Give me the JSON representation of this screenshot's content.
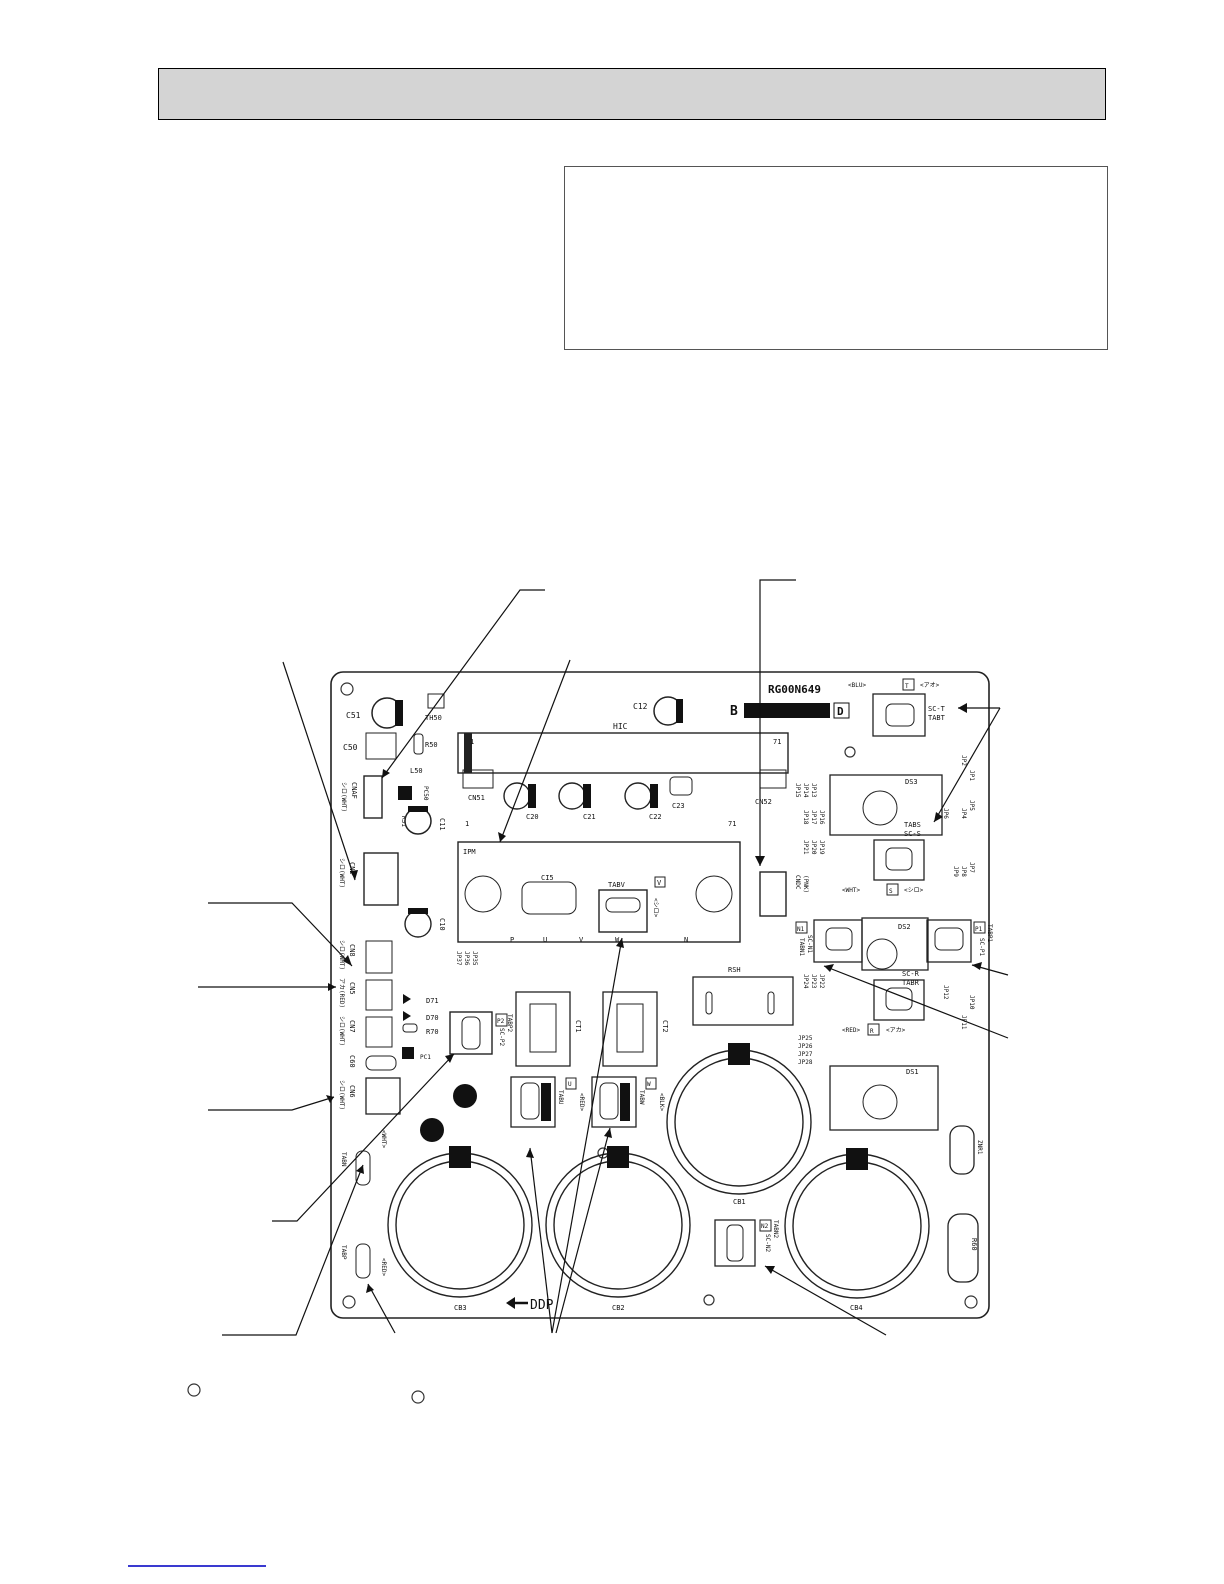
{
  "board": {
    "model": "RG00N649",
    "code_prefix": "B",
    "code_suffix": "D",
    "direction_arrow": "DDP",
    "components": {
      "C51": "C51",
      "TH50": "TH50",
      "C12": "C12",
      "HIC": "HIC",
      "HIC_pin1": "1",
      "HIC_pin71": "71",
      "C50": "C50",
      "R50": "R50",
      "L50": "L50",
      "PC50": "PC50",
      "R51": "R51",
      "C11": "C11",
      "CNAF": "CNAF",
      "CNAF_color": "シロ(WHT)",
      "CN2": "CN2",
      "CN2_color": "シロ(WHT)",
      "C10": "C10",
      "CN51": "CN51",
      "C20": "C20",
      "C21": "C21",
      "C22": "C22",
      "C23": "C23",
      "CN52": "CN52",
      "IPM": "IPM",
      "IPM_pin1": "1",
      "IPM_pin71": "71",
      "CI5": "CI5",
      "TABV": "TABV",
      "V_tag": "V",
      "IPM_P": "P",
      "IPM_U": "U",
      "IPM_V": "V",
      "IPM_W": "W",
      "IPM_N": "N",
      "CN8": "CN8",
      "CN8_color": "シロ(WHT)",
      "CN5": "CN5",
      "CN5_color": "アカ(RED)",
      "CN7": "CN7",
      "CN7_color": "シロ(WHT)",
      "D71": "D71",
      "D70": "D70",
      "R70": "R70",
      "C60": "C60",
      "PC1": "PC1",
      "CN6": "CN6",
      "CN6_color": "シロ(WHT)",
      "JP35": "JP35",
      "JP36": "JP36",
      "JP37": "JP37",
      "TABP2": "TABP2",
      "SC_P2": "SC-P2",
      "P2_tag": "P2",
      "CT1": "CT1",
      "CT2": "CT2",
      "RSH": "RSH",
      "TABU": "TABU",
      "U_tag": "U",
      "TABU_color": "<RED>",
      "TABW": "TABW",
      "W_tag": "W",
      "TABW_color": "<BLK>",
      "TABV_color": "<シロ>",
      "CB1": "CB1",
      "CB2": "CB2",
      "CB3": "CB3",
      "CB4": "CB4",
      "TABN": "TABN",
      "TABP": "TABP",
      "WHT_label": "<WHT>",
      "RED_label": "<RED>",
      "TABN2": "TABN2",
      "SC_N2": "SC-N2",
      "N2_tag": "N2",
      "ZNR1": "ZNR1",
      "R60": "R60",
      "BLU_label": "<BLU>",
      "T_tag": "T",
      "AO_label": "<アオ>",
      "SC_T": "SC-T",
      "TABT": "TABT",
      "DS3": "DS3",
      "TABS": "TABS",
      "SC_S": "SC-S",
      "S_tag": "S",
      "JP13": "JP13",
      "JP14": "JP14",
      "JP15": "JP15",
      "JP16": "JP16",
      "JP17": "JP17",
      "JP18": "JP18",
      "JP19": "JP19",
      "JP20": "JP20",
      "JP21": "JP21",
      "JP1": "JP1",
      "JP2": "JP2",
      "JP4": "JP4",
      "JP5": "JP5",
      "JP6": "JP6",
      "JP7": "JP7",
      "JP8": "JP8",
      "JP9": "JP9",
      "JP10": "JP10",
      "JP11": "JP11",
      "JP12": "JP12",
      "WHT_right": "<WHT>",
      "SHIRO_right": "<シロ>",
      "P1_tag": "P1",
      "TABP1": "TABP1",
      "SC_P1": "SC-P1",
      "N1_tag": "N1",
      "SC_N1": "SC-N1",
      "TABN1": "TABN1",
      "DS2": "DS2",
      "SC_R": "SC-R",
      "TABR": "TABR",
      "JP22": "JP22",
      "JP23": "JP23",
      "JP24": "JP24",
      "RED_right": "<RED>",
      "R_tag": "R",
      "AKA_right": "<アカ>",
      "JP25": "JP25",
      "JP26": "JP26",
      "JP27": "JP27",
      "JP28": "JP28",
      "DS1": "DS1",
      "PNK": "(PNK)",
      "CNDC": "CNDC"
    }
  }
}
